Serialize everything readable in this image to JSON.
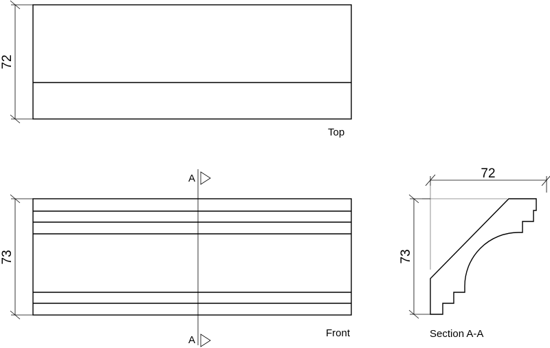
{
  "views": {
    "top": {
      "label": "Top",
      "dimension": "72"
    },
    "front": {
      "label": "Front",
      "dimension": "73",
      "section_marker": "A"
    },
    "section": {
      "label": "Section A-A",
      "width_dimension": "72",
      "height_dimension": "73"
    }
  },
  "colors": {
    "line": "#000000",
    "background": "#ffffff"
  }
}
